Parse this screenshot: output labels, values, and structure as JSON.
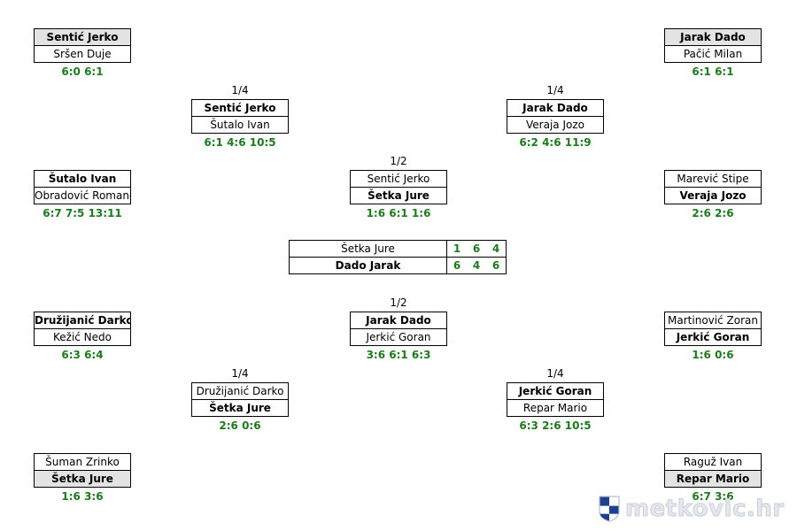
{
  "matches": {
    "r1_tl1": {
      "round": "",
      "p1": "Sentić Jerko",
      "p2": "Sršen Duje",
      "score": "6:0 6:1"
    },
    "r1_tl2": {
      "round": "",
      "p1": "Šutalo Ivan",
      "p2": "Obradović Romano",
      "score": "6:7 7:5 13:11"
    },
    "r1_bl1": {
      "round": "",
      "p1": "Družijanić Darko",
      "p2": "Kežić Nedo",
      "score": "6:3 6:4"
    },
    "r1_bl2": {
      "round": "",
      "p1": "Šuman Zrinko",
      "p2": "Šetka Jure",
      "score": "1:6 3:6"
    },
    "r1_tr1": {
      "round": "",
      "p1": "Jarak Dado",
      "p2": "Pačić Milan",
      "score": "6:1 6:1"
    },
    "r1_tr2": {
      "round": "",
      "p1": "Marević Stipe",
      "p2": "Veraja Jozo",
      "score": "2:6 2:6"
    },
    "r1_br1": {
      "round": "",
      "p1": "Martinović Zoran",
      "p2": "Jerkić Goran",
      "score": "1:6 0:6"
    },
    "r1_br2": {
      "round": "",
      "p1": "Raguž Ivan",
      "p2": "Repar Mario",
      "score": "6:7 3:6"
    },
    "qf_tl": {
      "round": "1/4",
      "p1": "Sentić Jerko",
      "p2": "Šutalo Ivan",
      "score": "6:1 4:6 10:5"
    },
    "qf_bl": {
      "round": "1/4",
      "p1": "Družijanić Darko",
      "p2": "Šetka Jure",
      "score": "2:6 0:6"
    },
    "qf_tr": {
      "round": "1/4",
      "p1": "Jarak Dado",
      "p2": "Veraja Jozo",
      "score": "6:2 4:6 11:9"
    },
    "qf_br": {
      "round": "1/4",
      "p1": "Jerkić Goran",
      "p2": "Repar Mario",
      "score": "6:3 2:6 10:5"
    },
    "sf_top": {
      "round": "1/2",
      "p1": "Sentić Jerko",
      "p2": "Šetka Jure",
      "score": "1:6 6:1 1:6"
    },
    "sf_bot": {
      "round": "1/2",
      "p1": "Jarak Dado",
      "p2": "Jerkić Goran",
      "score": "3:6 6:1 6:3"
    }
  },
  "final": {
    "p1": {
      "name": "Šetka Jure",
      "sets": [
        "1",
        "6",
        "4"
      ]
    },
    "p2": {
      "name": "Dado Jarak",
      "sets": [
        "6",
        "4",
        "6"
      ]
    }
  },
  "watermark": {
    "text": "metkovic.hr"
  },
  "colors": {
    "score_green": "#1d7a1d",
    "winner_shade": "#e3e3e3",
    "border": "#000000"
  }
}
